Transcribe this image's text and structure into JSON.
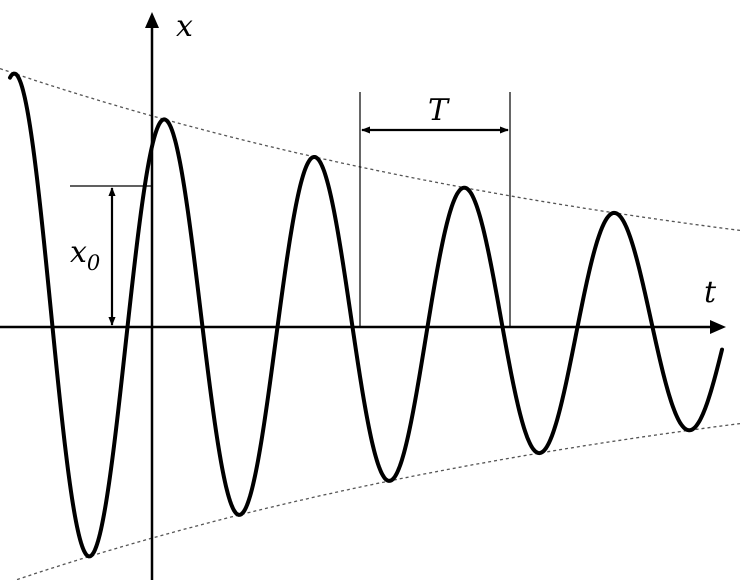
{
  "labels": {
    "x_axis": "t",
    "y_axis": "x",
    "period": "T",
    "amplitude_main": "x",
    "amplitude_sub": "0"
  },
  "colors": {
    "curve": "#000000",
    "envelope": "#555555",
    "background": "#ffffff"
  }
}
